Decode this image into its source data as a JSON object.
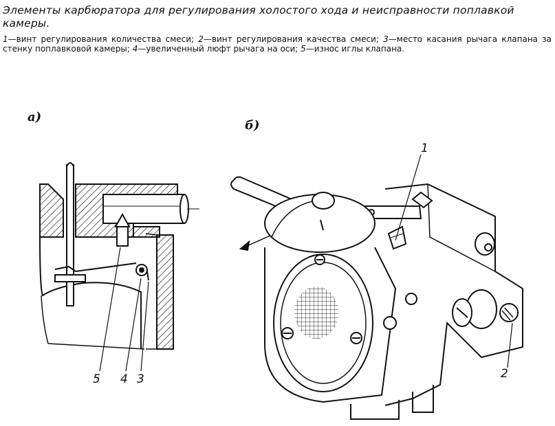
{
  "title": "Элементы карбюратора для регулирования холостого хода и неисправности поплавкой камеры.",
  "caption": {
    "items": [
      {
        "n": "1",
        "text": "винт регулирования количества смеси;"
      },
      {
        "n": "2",
        "text": "винт регулирования качества смеси;"
      },
      {
        "n": "3",
        "text": "место касания рычага клапана за стенку поплавковой камеры;"
      },
      {
        "n": "4",
        "text": "увеличенный люфт рычага на оси;"
      },
      {
        "n": "5",
        "text": "износ иглы клапана."
      }
    ],
    "dash": "—"
  },
  "figures": {
    "a": {
      "label": "а)",
      "numbers": [
        "5",
        "4",
        "3"
      ]
    },
    "b": {
      "label": "б)",
      "numbers": [
        "1",
        "2"
      ]
    }
  }
}
